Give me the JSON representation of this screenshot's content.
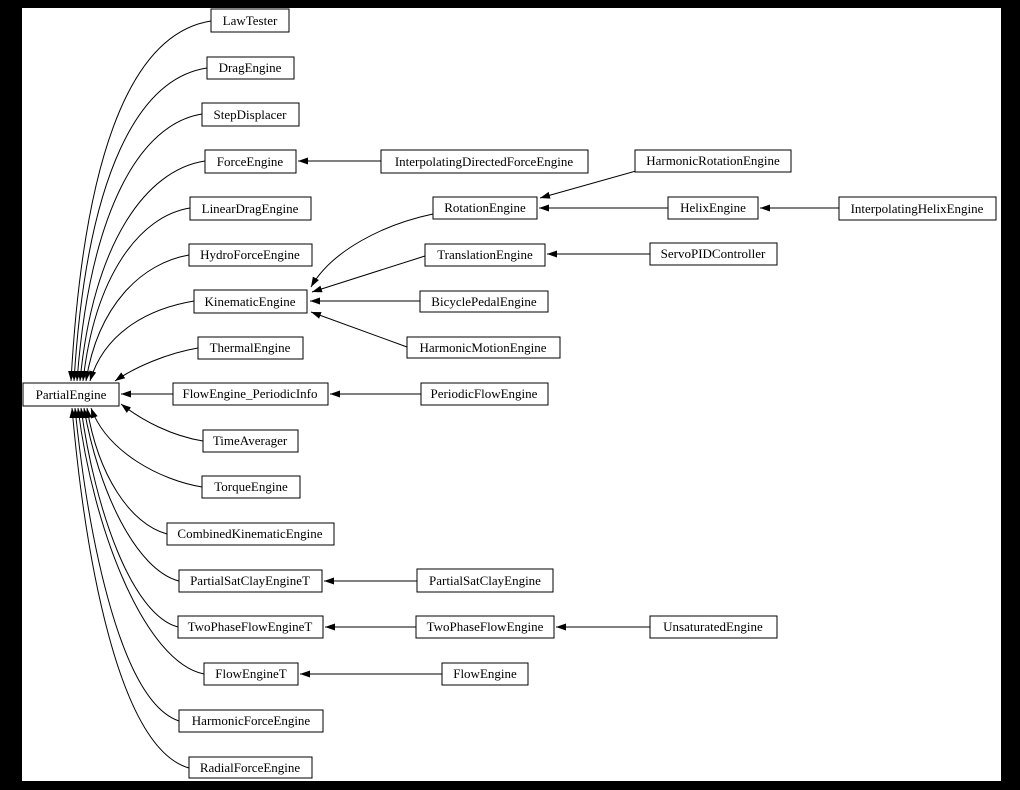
{
  "diagram": {
    "kind": "class-inheritance-graph",
    "base_class": "PartialEngine",
    "colors": {
      "page_background": "#000000",
      "canvas_background": "#ffffff",
      "node_fill": "#ffffff",
      "node_border": "#000000",
      "edge": "#000000",
      "text": "#000000"
    }
  },
  "nodes": [
    {
      "id": "PartialEngine",
      "label": "PartialEngine"
    },
    {
      "id": "LawTester",
      "label": "LawTester"
    },
    {
      "id": "DragEngine",
      "label": "DragEngine"
    },
    {
      "id": "StepDisplacer",
      "label": "StepDisplacer"
    },
    {
      "id": "ForceEngine",
      "label": "ForceEngine"
    },
    {
      "id": "InterpolatingDirectedForceEngine",
      "label": "InterpolatingDirectedForceEngine"
    },
    {
      "id": "LinearDragEngine",
      "label": "LinearDragEngine"
    },
    {
      "id": "RotationEngine",
      "label": "RotationEngine"
    },
    {
      "id": "HarmonicRotationEngine",
      "label": "HarmonicRotationEngine"
    },
    {
      "id": "HelixEngine",
      "label": "HelixEngine"
    },
    {
      "id": "InterpolatingHelixEngine",
      "label": "InterpolatingHelixEngine"
    },
    {
      "id": "HydroForceEngine",
      "label": "HydroForceEngine"
    },
    {
      "id": "TranslationEngine",
      "label": "TranslationEngine"
    },
    {
      "id": "ServoPIDController",
      "label": "ServoPIDController"
    },
    {
      "id": "KinematicEngine",
      "label": "KinematicEngine"
    },
    {
      "id": "BicyclePedalEngine",
      "label": "BicyclePedalEngine"
    },
    {
      "id": "HarmonicMotionEngine",
      "label": "HarmonicMotionEngine"
    },
    {
      "id": "ThermalEngine",
      "label": "ThermalEngine"
    },
    {
      "id": "FlowEngine_PeriodicInfo",
      "label": "FlowEngine_PeriodicInfo"
    },
    {
      "id": "PeriodicFlowEngine",
      "label": "PeriodicFlowEngine"
    },
    {
      "id": "TimeAverager",
      "label": "TimeAverager"
    },
    {
      "id": "TorqueEngine",
      "label": "TorqueEngine"
    },
    {
      "id": "CombinedKinematicEngine",
      "label": "CombinedKinematicEngine"
    },
    {
      "id": "PartialSatClayEngineT",
      "label": "PartialSatClayEngineT"
    },
    {
      "id": "PartialSatClayEngine",
      "label": "PartialSatClayEngine"
    },
    {
      "id": "TwoPhaseFlowEngineT",
      "label": "TwoPhaseFlowEngineT"
    },
    {
      "id": "TwoPhaseFlowEngine",
      "label": "TwoPhaseFlowEngine"
    },
    {
      "id": "UnsaturatedEngine",
      "label": "UnsaturatedEngine"
    },
    {
      "id": "FlowEngineT",
      "label": "FlowEngineT"
    },
    {
      "id": "FlowEngine",
      "label": "FlowEngine"
    },
    {
      "id": "HarmonicForceEngine",
      "label": "HarmonicForceEngine"
    },
    {
      "id": "RadialForceEngine",
      "label": "RadialForceEngine"
    }
  ],
  "edges": [
    {
      "from": "LawTester",
      "to": "PartialEngine"
    },
    {
      "from": "DragEngine",
      "to": "PartialEngine"
    },
    {
      "from": "StepDisplacer",
      "to": "PartialEngine"
    },
    {
      "from": "ForceEngine",
      "to": "PartialEngine"
    },
    {
      "from": "LinearDragEngine",
      "to": "PartialEngine"
    },
    {
      "from": "HydroForceEngine",
      "to": "PartialEngine"
    },
    {
      "from": "KinematicEngine",
      "to": "PartialEngine"
    },
    {
      "from": "ThermalEngine",
      "to": "PartialEngine"
    },
    {
      "from": "FlowEngine_PeriodicInfo",
      "to": "PartialEngine"
    },
    {
      "from": "TimeAverager",
      "to": "PartialEngine"
    },
    {
      "from": "TorqueEngine",
      "to": "PartialEngine"
    },
    {
      "from": "CombinedKinematicEngine",
      "to": "PartialEngine"
    },
    {
      "from": "PartialSatClayEngineT",
      "to": "PartialEngine"
    },
    {
      "from": "TwoPhaseFlowEngineT",
      "to": "PartialEngine"
    },
    {
      "from": "FlowEngineT",
      "to": "PartialEngine"
    },
    {
      "from": "HarmonicForceEngine",
      "to": "PartialEngine"
    },
    {
      "from": "RadialForceEngine",
      "to": "PartialEngine"
    },
    {
      "from": "InterpolatingDirectedForceEngine",
      "to": "ForceEngine"
    },
    {
      "from": "HarmonicRotationEngine",
      "to": "RotationEngine"
    },
    {
      "from": "HelixEngine",
      "to": "RotationEngine"
    },
    {
      "from": "InterpolatingHelixEngine",
      "to": "HelixEngine"
    },
    {
      "from": "RotationEngine",
      "to": "KinematicEngine"
    },
    {
      "from": "TranslationEngine",
      "to": "KinematicEngine"
    },
    {
      "from": "BicyclePedalEngine",
      "to": "KinematicEngine"
    },
    {
      "from": "HarmonicMotionEngine",
      "to": "KinematicEngine"
    },
    {
      "from": "ServoPIDController",
      "to": "TranslationEngine"
    },
    {
      "from": "PeriodicFlowEngine",
      "to": "FlowEngine_PeriodicInfo"
    },
    {
      "from": "PartialSatClayEngine",
      "to": "PartialSatClayEngineT"
    },
    {
      "from": "TwoPhaseFlowEngine",
      "to": "TwoPhaseFlowEngineT"
    },
    {
      "from": "UnsaturatedEngine",
      "to": "TwoPhaseFlowEngine"
    },
    {
      "from": "FlowEngine",
      "to": "FlowEngineT"
    }
  ]
}
